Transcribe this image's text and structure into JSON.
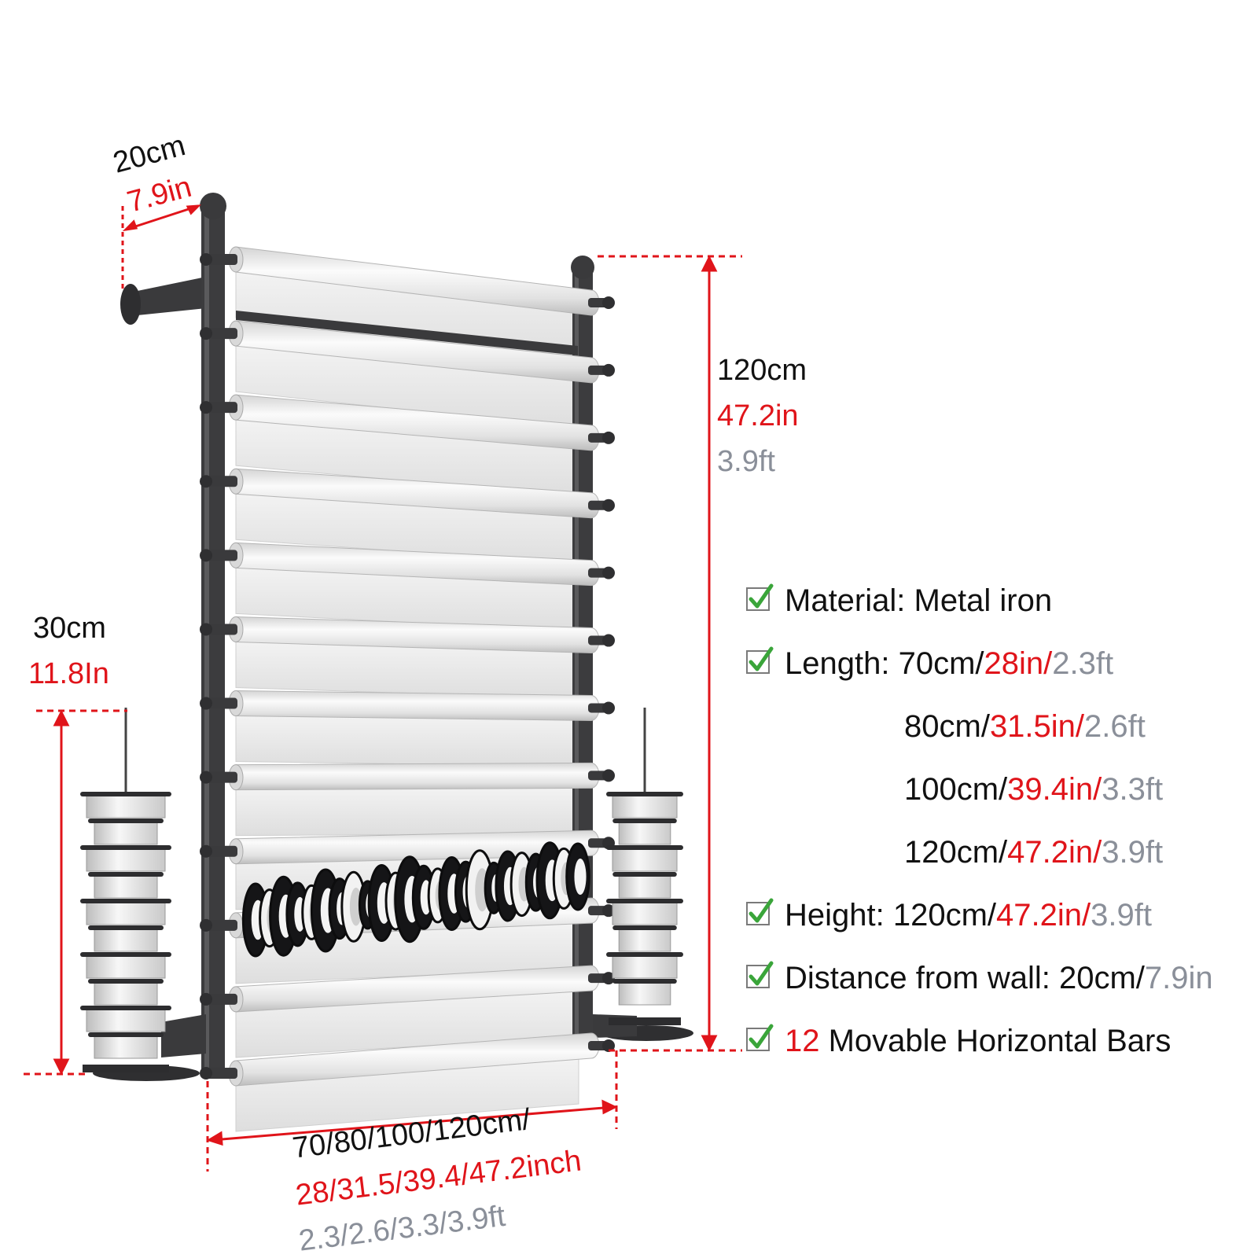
{
  "dimensions": {
    "depth": {
      "cm": "20cm",
      "in": "7.9in"
    },
    "height": {
      "cm": "120cm",
      "in": "47.2in",
      "ft": "3.9ft"
    },
    "holder": {
      "cm": "30cm",
      "in": "11.8In"
    },
    "width": {
      "cm": "70/80/100/120cm/",
      "in": "28/31.5/39.4/47.2inch",
      "ft": "2.3/2.6/3.3/3.9ft"
    }
  },
  "specs": {
    "material": "Material: Metal iron",
    "length_label": "Length: ",
    "lengths": [
      {
        "cm": "70cm/",
        "in": "28in/",
        "ft": "2.3ft"
      },
      {
        "cm": "80cm/",
        "in": "31.5in/",
        "ft": "2.6ft"
      },
      {
        "cm": "100cm/",
        "in": "39.4in/",
        "ft": "3.3ft"
      },
      {
        "cm": "120cm/",
        "in": "47.2in/",
        "ft": "3.9ft"
      }
    ],
    "height_label": "Height: 120cm/",
    "height_in": "47.2in/",
    "height_ft": "3.9ft",
    "distance_label": "Distance from wall: 20cm/",
    "distance_in": "7.9in",
    "bars_count": "12",
    "bars_label": " Movable Horizontal Bars"
  },
  "colors": {
    "dimension_line": "#e0141a",
    "metric_text": "#111111",
    "imperial_text": "#e0141a",
    "feet_text": "#8a8f99",
    "check_green": "#3aa53a",
    "frame": "#3c3c3e",
    "roll": "#e9e9e9"
  },
  "icons": {
    "check": "checkbox-checked-icon"
  },
  "bar_count": 12
}
